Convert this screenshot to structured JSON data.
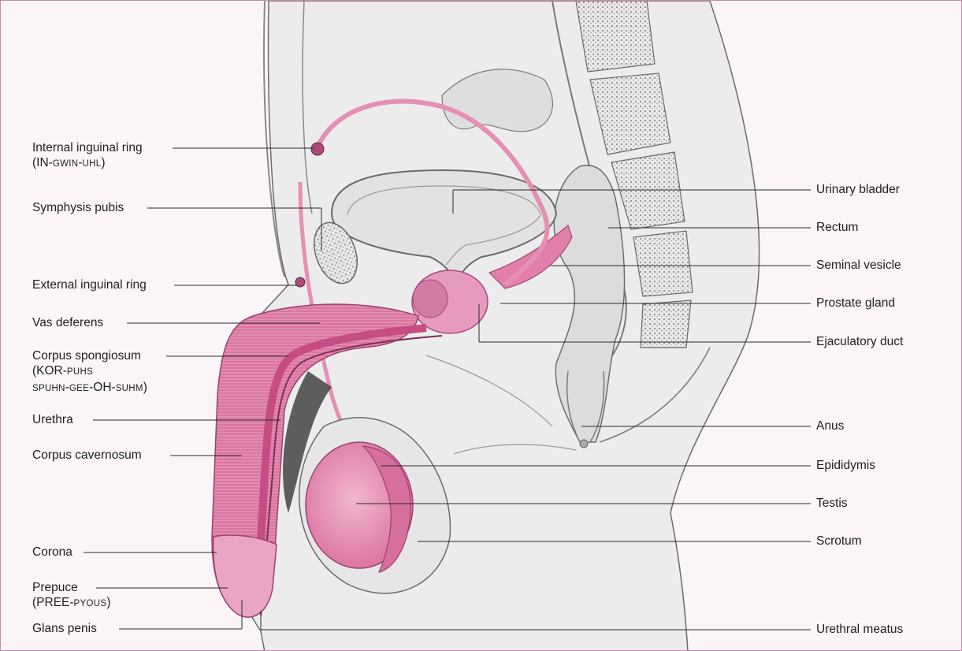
{
  "figure": {
    "title": "",
    "colors": {
      "background": "#fbf5f8",
      "border": "#c98aa8",
      "organ_pink": "#e38bb0",
      "organ_pink_dark": "#cf5f93",
      "tissue_gray": "#dcdcdc",
      "bone_gray": "#bdbdbd",
      "leader_line": "#2a2a2a"
    }
  },
  "labels": {
    "left": [
      {
        "id": "internal-inguinal-ring",
        "text": "Internal inguinal ring",
        "pron": [
          {
            "t": "(IN-",
            "s": false
          },
          {
            "t": "GWIN",
            "s": true
          },
          {
            "t": "-",
            "s": false
          },
          {
            "t": "UHL",
            "s": true
          },
          {
            "t": ")",
            "s": false
          }
        ]
      },
      {
        "id": "symphysis-pubis",
        "text": "Symphysis pubis"
      },
      {
        "id": "external-inguinal-ring",
        "text": "External inguinal ring"
      },
      {
        "id": "vas-deferens",
        "text": "Vas deferens"
      },
      {
        "id": "corpus-spongiosum",
        "text": "Corpus spongiosum",
        "pron": [
          {
            "t": "(KOR-",
            "s": false
          },
          {
            "t": "PUHS",
            "s": true
          }
        ],
        "pron2": [
          {
            "t": "SPUHN",
            "s": true
          },
          {
            "t": "-",
            "s": false
          },
          {
            "t": "GEE",
            "s": true
          },
          {
            "t": "-OH-",
            "s": false
          },
          {
            "t": "SUHM",
            "s": true
          },
          {
            "t": ")",
            "s": false
          }
        ]
      },
      {
        "id": "urethra",
        "text": "Urethra"
      },
      {
        "id": "corpus-cavernosum",
        "text": "Corpus cavernosum"
      },
      {
        "id": "corona",
        "text": "Corona"
      },
      {
        "id": "prepuce",
        "text": "Prepuce",
        "pron": [
          {
            "t": "(PREE-",
            "s": false
          },
          {
            "t": "PYOUS",
            "s": true
          },
          {
            "t": ")",
            "s": false
          }
        ]
      },
      {
        "id": "glans-penis",
        "text": "Glans penis"
      }
    ],
    "right": [
      {
        "id": "urinary-bladder",
        "text": "Urinary bladder"
      },
      {
        "id": "rectum",
        "text": "Rectum"
      },
      {
        "id": "seminal-vesicle",
        "text": "Seminal vesicle"
      },
      {
        "id": "prostate-gland",
        "text": "Prostate gland"
      },
      {
        "id": "ejaculatory-duct",
        "text": "Ejaculatory duct"
      },
      {
        "id": "anus",
        "text": "Anus"
      },
      {
        "id": "epididymis",
        "text": "Epididymis"
      },
      {
        "id": "testis",
        "text": "Testis"
      },
      {
        "id": "scrotum",
        "text": "Scrotum"
      },
      {
        "id": "urethral-meatus",
        "text": "Urethral meatus"
      }
    ]
  }
}
